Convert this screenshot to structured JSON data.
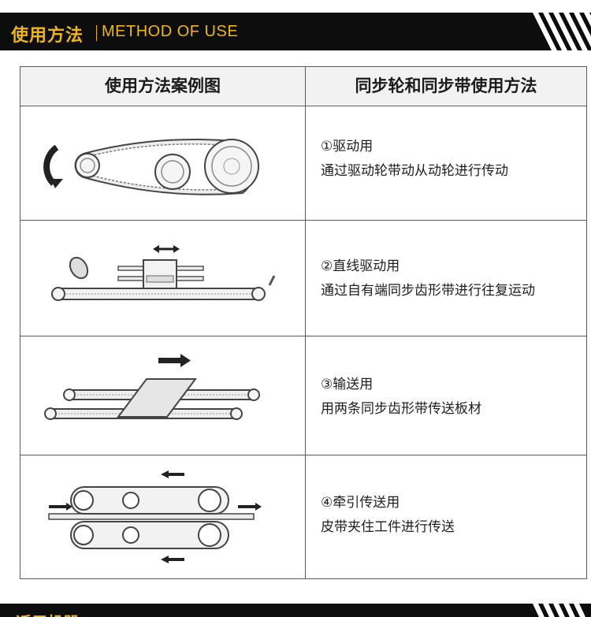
{
  "header": {
    "title_cn": "使用方法",
    "title_en": "METHOD OF USE"
  },
  "table": {
    "col_left": "使用方法案例图",
    "col_right": "同步轮和同步带使用方法",
    "rows": [
      {
        "title": "①驱动用",
        "desc": "通过驱动轮带动从动轮进行传动"
      },
      {
        "title": "②直线驱动用",
        "desc": "通过自有端同步齿形带进行往复运动"
      },
      {
        "title": "③输送用",
        "desc": "用两条同步齿形带传送板材"
      },
      {
        "title": "④牵引传送用",
        "desc": "皮带夹住工件进行传送"
      }
    ]
  },
  "footer": {
    "title_cut": "适用机器"
  },
  "colors": {
    "banner_bg": "#0d0d0d",
    "accent": "#f0b51b",
    "border": "#5a5a5a"
  }
}
